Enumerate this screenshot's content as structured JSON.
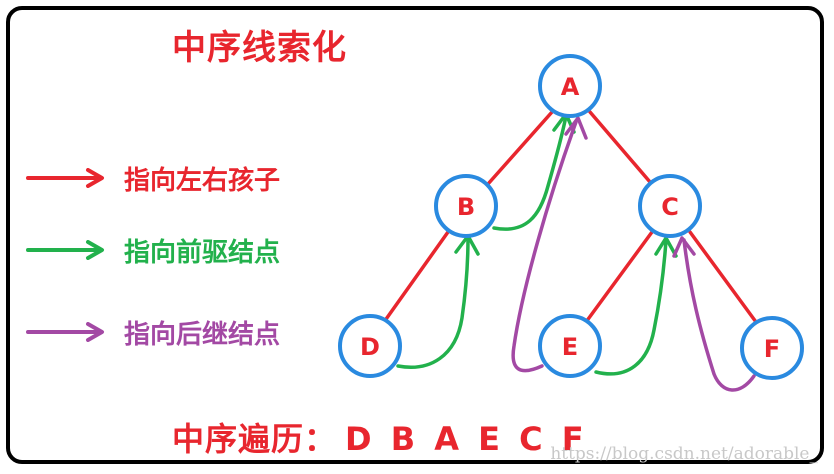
{
  "title": "中序线索化",
  "legend": [
    {
      "label": "指向左右孩子",
      "color": "#e8262e"
    },
    {
      "label": "指向前驱结点",
      "color": "#22b14c"
    },
    {
      "label": "指向后继结点",
      "color": "#a349a4"
    }
  ],
  "nodes": {
    "A": "A",
    "B": "B",
    "C": "C",
    "D": "D",
    "E": "E",
    "F": "F"
  },
  "traversal": {
    "label": "中序遍历：",
    "sequence": "D B A E C F"
  },
  "watermark": "https://blog.csdn.net/adorable_",
  "colors": {
    "child": "#e8262e",
    "predecessor": "#22b14c",
    "successor": "#a349a4",
    "node_border": "#2a8ae0"
  }
}
